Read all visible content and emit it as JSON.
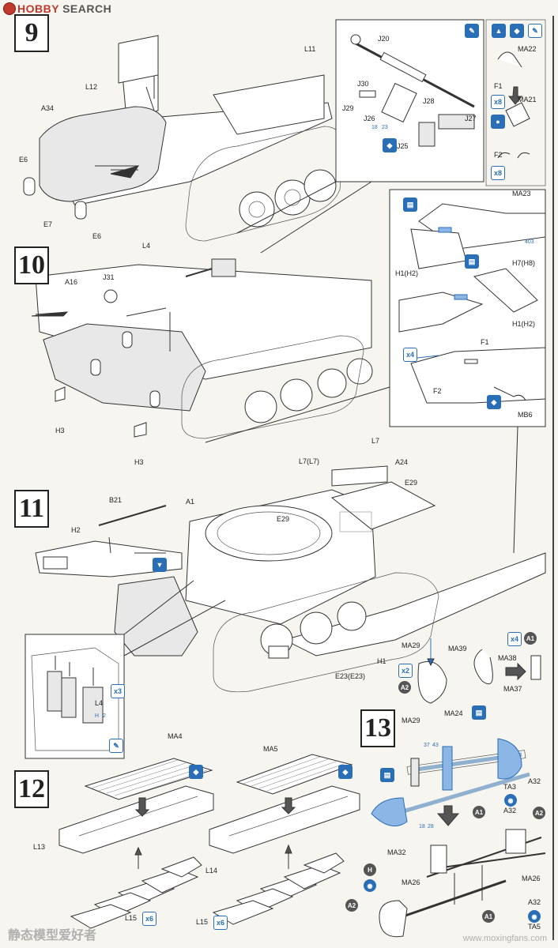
{
  "header": {
    "logo": "HOBBY",
    "site": "SEARCH"
  },
  "steps": [
    "9",
    "10",
    "11",
    "12",
    "13"
  ],
  "step9": {
    "labels": [
      "L12",
      "L11",
      "A34",
      "E6",
      "E7",
      "E6",
      "J20",
      "J30",
      "J29",
      "J26",
      "J28",
      "J27",
      "J25",
      "MA22",
      "MA21",
      "F1",
      "F2",
      "MA23"
    ],
    "callout_refs": [
      "18",
      "23"
    ],
    "multipliers": [
      "x8",
      "x8"
    ]
  },
  "step10": {
    "labels": [
      "L4",
      "A16",
      "J31",
      "H3",
      "H3",
      "H1(H2)",
      "H7(H8)",
      "H1(H2)",
      "F1",
      "F2",
      "MB6"
    ],
    "callout_ref": "403",
    "multiplier": "x4"
  },
  "step11": {
    "labels": [
      "L7",
      "A24",
      "L7(L7)",
      "E29",
      "E29",
      "B21",
      "A1",
      "H2",
      "H1",
      "E23(E23)",
      "L4"
    ],
    "multiplier": "x3",
    "inset_ref": "2",
    "inset_ref_h": "H"
  },
  "step_right_mid": {
    "labels": [
      "MA29",
      "MA39",
      "MA38",
      "MA37",
      "MA24",
      "MA29",
      "A2",
      "A1"
    ],
    "multipliers": [
      "x2",
      "x4"
    ]
  },
  "step12": {
    "labels": [
      "MA4",
      "MA5",
      "L13",
      "L14",
      "L15",
      "L15"
    ],
    "multipliers": [
      "x6",
      "x6"
    ]
  },
  "step13": {
    "labels": [
      "A32",
      "TA3",
      "A32",
      "A1",
      "A2",
      "MA32",
      "MA26",
      "MA26",
      "A32",
      "TA5",
      "A1",
      "A2",
      "H"
    ],
    "refs": [
      "37",
      "43",
      "18",
      "28"
    ]
  },
  "watermark": {
    "text": "静态模型爱好者",
    "url": "www.moxingfans.com"
  }
}
